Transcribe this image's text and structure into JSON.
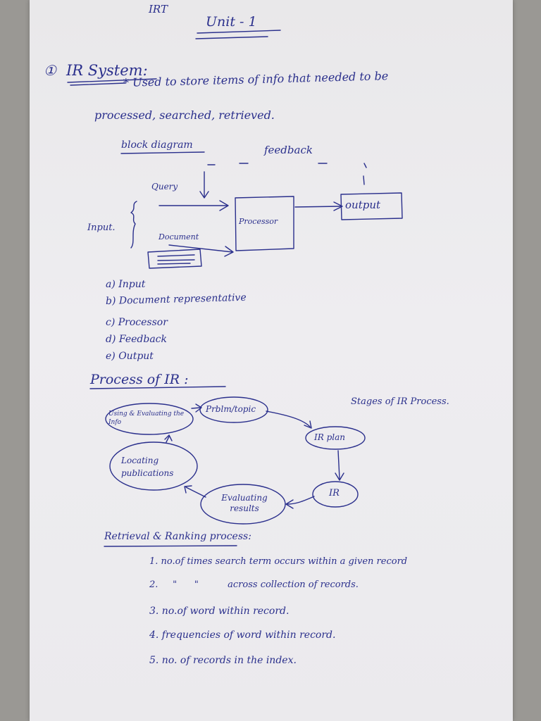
{
  "header": {
    "subject": "IRT",
    "unit": "Unit - 1"
  },
  "section1": {
    "num": "①",
    "title": "IR System:",
    "def_line1": "* Used to store items of info that needed to be",
    "def_line2": "processed, searched, retrieved."
  },
  "diagram": {
    "label": "block diagram",
    "feedback": "feedback",
    "query": "Query",
    "input": "Input.",
    "document": "Document",
    "processor": "Processor",
    "output": "output"
  },
  "components": [
    "a) Input",
    "b) Document representative",
    "c) Processor",
    "d) Feedback",
    "e) Output"
  ],
  "process": {
    "title": "Process of IR :",
    "stages_label": "Stages of IR Process.",
    "using": "Using & Evaluating the Info",
    "problem": "Prblm/topic",
    "plan": "IR plan",
    "ir": "IR",
    "evaluating": "Evaluating results",
    "locating": "Locating publications"
  },
  "retrieval": {
    "title": "Retrieval & Ranking process:",
    "items": [
      "1. no.of times search term occurs within a given record",
      "2.     \"      \"          across collection of records.",
      "3. no.of word within record.",
      "4. frequencies of word within record.",
      "5. no. of records in the index."
    ]
  }
}
